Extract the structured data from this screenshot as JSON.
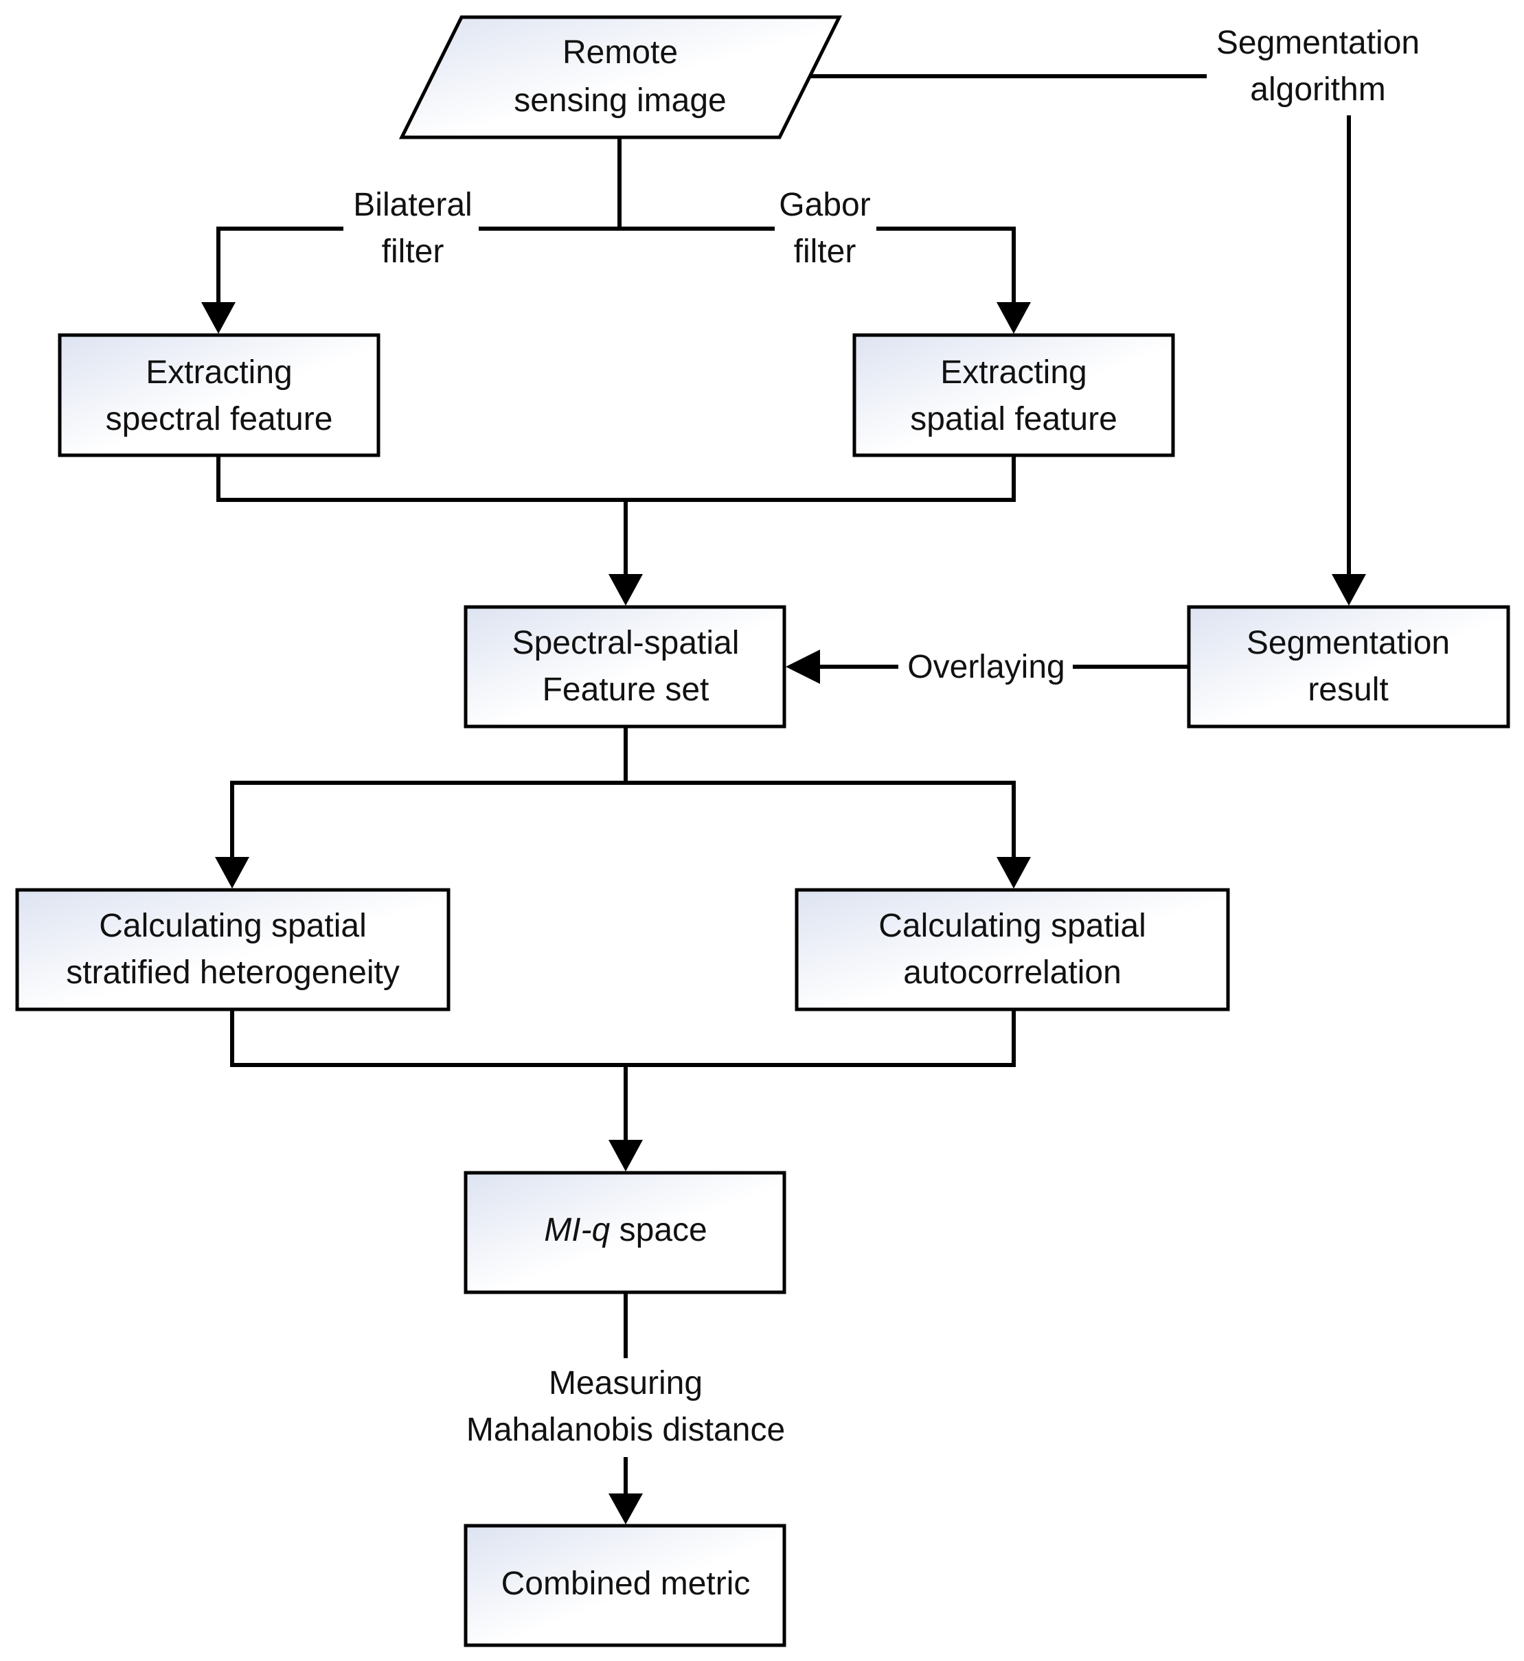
{
  "nodes": {
    "input": {
      "line1": "Remote",
      "line2": "sensing image"
    },
    "spectral": {
      "line1": "Extracting",
      "line2": "spectral feature"
    },
    "spatial": {
      "line1": "Extracting",
      "line2": "spatial feature"
    },
    "featureset": {
      "line1": "Spectral-spatial",
      "line2": "Feature set"
    },
    "segresult": {
      "line1": "Segmentation",
      "line2": "result"
    },
    "ssh": {
      "line1": "Calculating spatial",
      "line2": "stratified heterogeneity"
    },
    "autocorr": {
      "line1": "Calculating spatial",
      "line2": "autocorrelation"
    },
    "miq": {
      "italic": "MI-q",
      "rest": " space"
    },
    "combined": {
      "line1": "Combined metric"
    }
  },
  "labels": {
    "segmentation_algorithm": {
      "line1": "Segmentation",
      "line2": "algorithm"
    },
    "bilateral": {
      "line1": "Bilateral",
      "line2": "filter"
    },
    "gabor": {
      "line1": "Gabor",
      "line2": "filter"
    },
    "overlaying": "Overlaying",
    "mahalanobis": {
      "line1": "Measuring",
      "line2": "Mahalanobis distance"
    }
  },
  "colors": {
    "box_fill_light": "#ffffff",
    "box_fill_tint": "#dde3f1",
    "stroke": "#000000"
  }
}
